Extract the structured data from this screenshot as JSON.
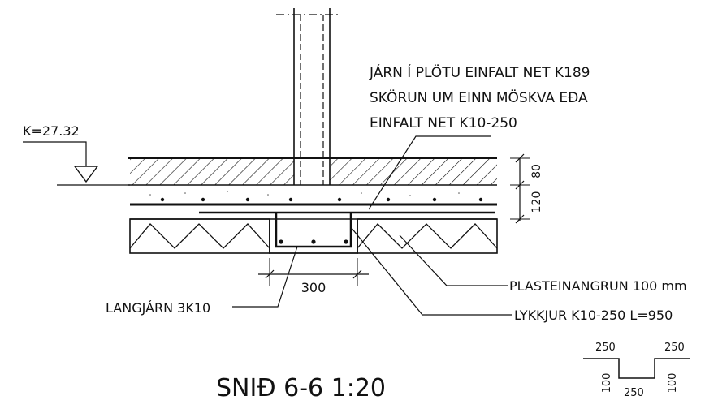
{
  "title": "SNIÐ 6-6 1:20",
  "level_marker": "K=27.32",
  "annotation_top": {
    "line1": "JÁRN Í PLÖTU EINFALT NET K189",
    "line2": "SKÖRUN UM EINN MÖSKVA EÐA",
    "line3": "EINFALT NET K10-250"
  },
  "dim_top_layer": "80",
  "dim_slab": "120",
  "dim_beam_width": "300",
  "label_insulation": "PLASTEINANGRUN 100 mm",
  "label_stirrups": "LYKKJUR K10-250 L=950",
  "label_longbars": "LANGJÁRN 3K10",
  "stirrup_detail": {
    "left": "250",
    "right": "250",
    "bottom": "250",
    "left_height": "100",
    "right_height": "100"
  },
  "colors": {
    "ink": "#111111",
    "paper": "#ffffff"
  }
}
